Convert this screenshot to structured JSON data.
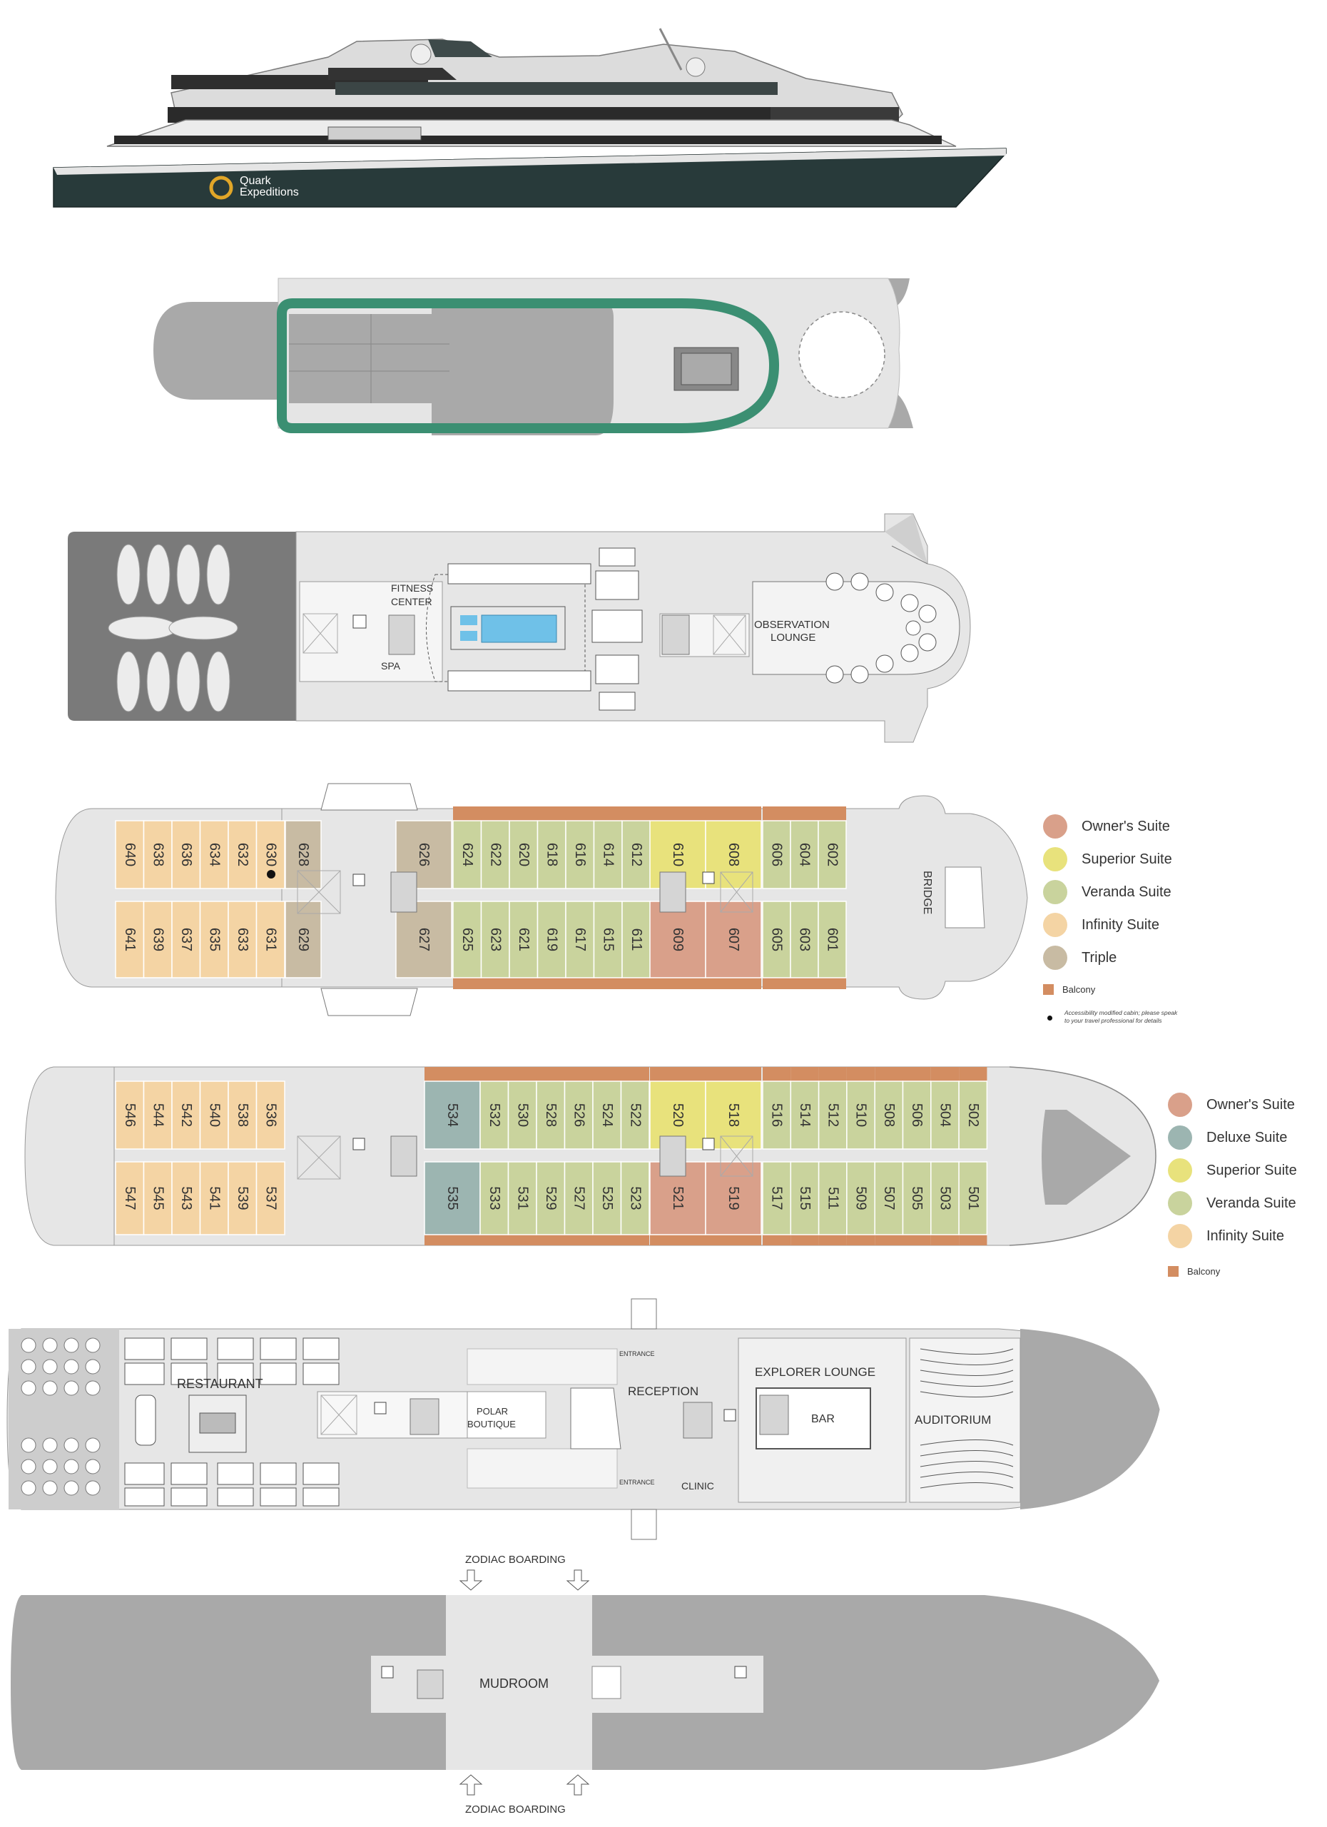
{
  "brand": {
    "logo_text_1": "Quark",
    "logo_text_2": "Expeditions"
  },
  "colors": {
    "owners": "#d9a08a",
    "deluxe": "#9cb5b1",
    "superior": "#e8e27c",
    "veranda": "#c9d39d",
    "infinity": "#f4d4a4",
    "triple": "#c8bba3",
    "balcony": "#d38d61",
    "track": "#3b8f72",
    "deck_fill": "#e6e6e6",
    "stern_fill": "#a9a9a9"
  },
  "deck7": {
    "fitness": [
      "FITNESS",
      "CENTER"
    ],
    "spa": "SPA",
    "observation": [
      "OBSERVATION",
      "LOUNGE"
    ]
  },
  "deck6": {
    "top_cabins": [
      {
        "n": "640",
        "t": "infinity"
      },
      {
        "n": "638",
        "t": "infinity"
      },
      {
        "n": "636",
        "t": "infinity"
      },
      {
        "n": "634",
        "t": "infinity"
      },
      {
        "n": "632",
        "t": "infinity"
      },
      {
        "n": "630",
        "t": "infinity"
      },
      {
        "n": "628",
        "t": "triple"
      },
      {
        "n": "626",
        "t": "triple"
      },
      {
        "n": "624",
        "t": "veranda"
      },
      {
        "n": "622",
        "t": "veranda"
      },
      {
        "n": "620",
        "t": "veranda"
      },
      {
        "n": "618",
        "t": "veranda"
      },
      {
        "n": "616",
        "t": "veranda"
      },
      {
        "n": "614",
        "t": "veranda"
      },
      {
        "n": "612",
        "t": "veranda"
      },
      {
        "n": "610",
        "t": "superior"
      },
      {
        "n": "608",
        "t": "superior"
      },
      {
        "n": "606",
        "t": "veranda"
      },
      {
        "n": "604",
        "t": "veranda"
      },
      {
        "n": "602",
        "t": "veranda"
      }
    ],
    "bottom_cabins": [
      {
        "n": "641",
        "t": "infinity"
      },
      {
        "n": "639",
        "t": "infinity"
      },
      {
        "n": "637",
        "t": "infinity"
      },
      {
        "n": "635",
        "t": "infinity"
      },
      {
        "n": "633",
        "t": "infinity"
      },
      {
        "n": "631",
        "t": "infinity"
      },
      {
        "n": "629",
        "t": "triple"
      },
      {
        "n": "627",
        "t": "triple"
      },
      {
        "n": "625",
        "t": "veranda"
      },
      {
        "n": "623",
        "t": "veranda"
      },
      {
        "n": "621",
        "t": "veranda"
      },
      {
        "n": "619",
        "t": "veranda"
      },
      {
        "n": "617",
        "t": "veranda"
      },
      {
        "n": "615",
        "t": "veranda"
      },
      {
        "n": "611",
        "t": "veranda"
      },
      {
        "n": "609",
        "t": "owners"
      },
      {
        "n": "607",
        "t": "owners"
      },
      {
        "n": "605",
        "t": "veranda"
      },
      {
        "n": "603",
        "t": "veranda"
      },
      {
        "n": "601",
        "t": "veranda"
      }
    ],
    "bridge": "BRIDGE"
  },
  "deck5": {
    "top_cabins": [
      {
        "n": "546",
        "t": "infinity"
      },
      {
        "n": "544",
        "t": "infinity"
      },
      {
        "n": "542",
        "t": "infinity"
      },
      {
        "n": "540",
        "t": "infinity"
      },
      {
        "n": "538",
        "t": "infinity"
      },
      {
        "n": "536",
        "t": "infinity"
      },
      {
        "n": "534",
        "t": "deluxe"
      },
      {
        "n": "532",
        "t": "veranda"
      },
      {
        "n": "530",
        "t": "veranda"
      },
      {
        "n": "528",
        "t": "veranda"
      },
      {
        "n": "526",
        "t": "veranda"
      },
      {
        "n": "524",
        "t": "veranda"
      },
      {
        "n": "522",
        "t": "veranda"
      },
      {
        "n": "520",
        "t": "superior"
      },
      {
        "n": "518",
        "t": "superior"
      },
      {
        "n": "516",
        "t": "veranda"
      },
      {
        "n": "514",
        "t": "veranda"
      },
      {
        "n": "512",
        "t": "veranda"
      },
      {
        "n": "510",
        "t": "veranda"
      },
      {
        "n": "508",
        "t": "veranda"
      },
      {
        "n": "506",
        "t": "veranda"
      },
      {
        "n": "504",
        "t": "veranda"
      },
      {
        "n": "502",
        "t": "veranda"
      }
    ],
    "bottom_cabins": [
      {
        "n": "547",
        "t": "infinity"
      },
      {
        "n": "545",
        "t": "infinity"
      },
      {
        "n": "543",
        "t": "infinity"
      },
      {
        "n": "541",
        "t": "infinity"
      },
      {
        "n": "539",
        "t": "infinity"
      },
      {
        "n": "537",
        "t": "infinity"
      },
      {
        "n": "535",
        "t": "deluxe"
      },
      {
        "n": "533",
        "t": "veranda"
      },
      {
        "n": "531",
        "t": "veranda"
      },
      {
        "n": "529",
        "t": "veranda"
      },
      {
        "n": "527",
        "t": "veranda"
      },
      {
        "n": "525",
        "t": "veranda"
      },
      {
        "n": "523",
        "t": "veranda"
      },
      {
        "n": "521",
        "t": "owners"
      },
      {
        "n": "519",
        "t": "owners"
      },
      {
        "n": "517",
        "t": "veranda"
      },
      {
        "n": "515",
        "t": "veranda"
      },
      {
        "n": "511",
        "t": "veranda"
      },
      {
        "n": "509",
        "t": "veranda"
      },
      {
        "n": "507",
        "t": "veranda"
      },
      {
        "n": "505",
        "t": "veranda"
      },
      {
        "n": "503",
        "t": "veranda"
      },
      {
        "n": "501",
        "t": "veranda"
      }
    ]
  },
  "deck4": {
    "restaurant": "RESTAURANT",
    "polar_boutique": [
      "POLAR",
      "BOUTIQUE"
    ],
    "reception": "RECEPTION",
    "entrance_top": "ENTRANCE",
    "entrance_bottom": "ENTRANCE",
    "clinic": "CLINIC",
    "explorer_lounge": "EXPLORER LOUNGE",
    "bar": "BAR",
    "auditorium": "AUDITORIUM"
  },
  "deck3": {
    "zodiac_top": "ZODIAC BOARDING",
    "zodiac_bottom": "ZODIAC BOARDING",
    "mudroom": "MUDROOM"
  },
  "legend_deck6": {
    "items": [
      {
        "label": "Owner's Suite",
        "t": "owners"
      },
      {
        "label": "Superior Suite",
        "t": "superior"
      },
      {
        "label": "Veranda Suite",
        "t": "veranda"
      },
      {
        "label": "Infinity Suite",
        "t": "infinity"
      },
      {
        "label": "Triple",
        "t": "triple"
      }
    ],
    "balcony": "Balcony",
    "note_1": "Accessibility modified cabin; please speak",
    "note_2": "to your travel professional for details"
  },
  "legend_deck5": {
    "items": [
      {
        "label": "Owner's Suite",
        "t": "owners"
      },
      {
        "label": "Deluxe Suite",
        "t": "deluxe"
      },
      {
        "label": "Superior Suite",
        "t": "superior"
      },
      {
        "label": "Veranda Suite",
        "t": "veranda"
      },
      {
        "label": "Infinity Suite",
        "t": "infinity"
      }
    ],
    "balcony": "Balcony"
  }
}
